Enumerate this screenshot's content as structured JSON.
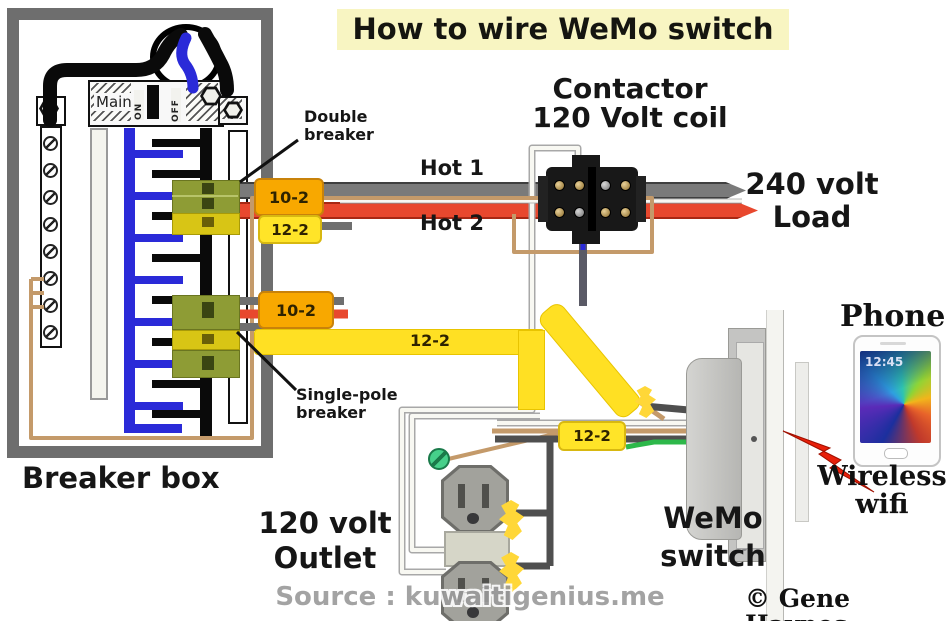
{
  "title": "How to wire WeMo switch",
  "panel": {
    "main": "Main",
    "on": "ON",
    "off": "OFF",
    "caption": "Breaker box"
  },
  "callouts": {
    "double_breaker": "Double\nbreaker",
    "single_pole_breaker": "Single-pole\nbreaker"
  },
  "contactor": {
    "label": "Contactor\n120 Volt coil"
  },
  "wires": {
    "hot1": "Hot 1",
    "hot2": "Hot 2",
    "load": "240 volt\nLoad"
  },
  "tags": [
    {
      "label": "10-2"
    },
    {
      "label": "12-2"
    },
    {
      "label": "10-2"
    },
    {
      "label": "12-2"
    },
    {
      "label": "12-2"
    }
  ],
  "outlet": {
    "label": "120 volt\nOutlet"
  },
  "wemo": {
    "label": "WeMo\nswitch"
  },
  "phone": {
    "label": "Phone",
    "time": "12:45",
    "wireless": "Wireless\nwifi"
  },
  "footer": {
    "copyright": "© Gene Haynes",
    "watermark": "Source : kuwaitigenius.me"
  },
  "colors": {
    "title_highlight": "#f8f5c2",
    "hot1_gray": "#7a7a7a",
    "hot2_red": "#e8482e",
    "cable_yellow": "#ffe023",
    "tag_orange": "#f8a800",
    "breaker_green": "#8e9c35",
    "breaker_yellow": "#d8c515",
    "bus_blue": "#2a2ad8",
    "ground_green": "#3db54a",
    "neutral_tan": "#c49a6a",
    "bolt_red": "#e8200a",
    "frame_gray": "#6e6e6e"
  }
}
